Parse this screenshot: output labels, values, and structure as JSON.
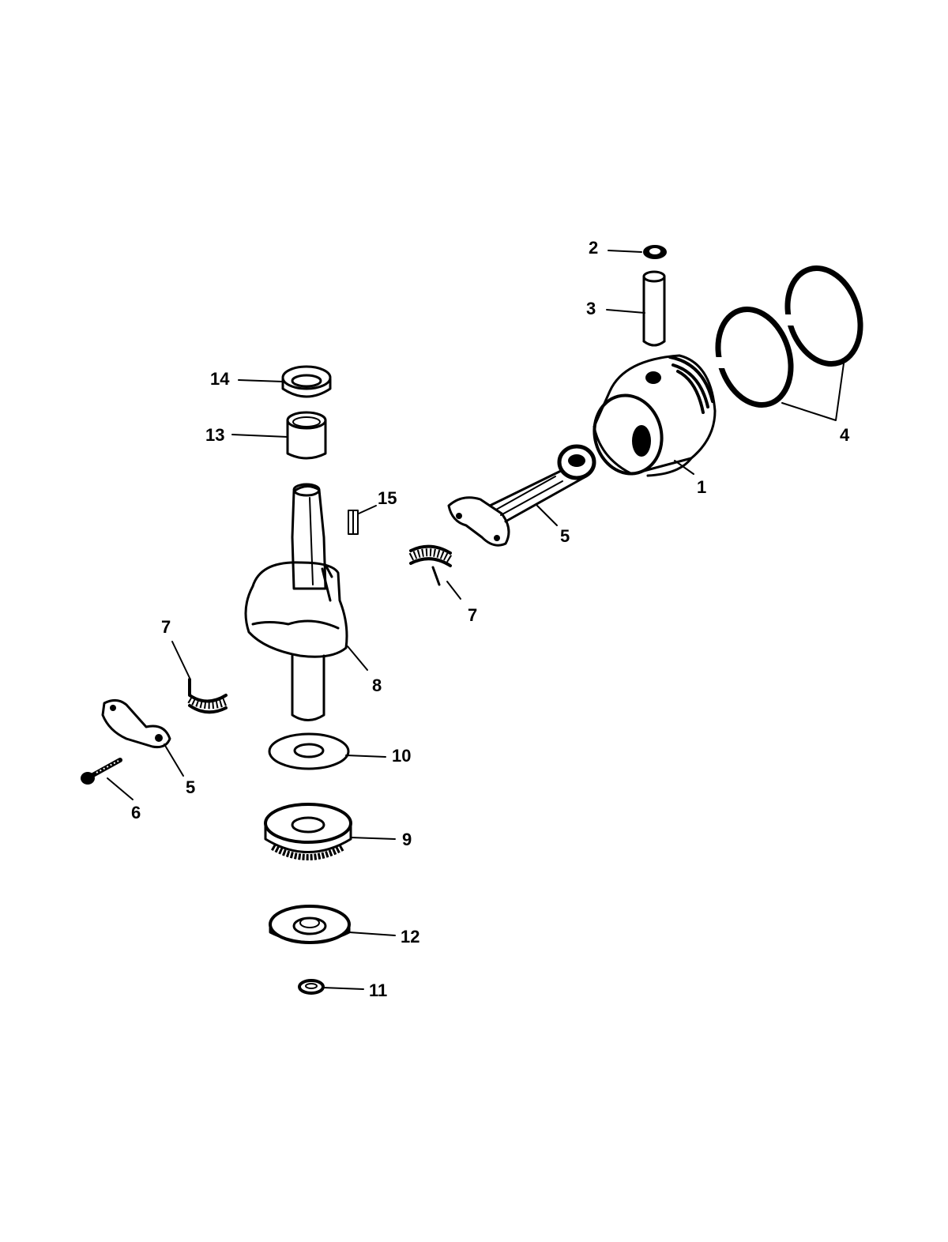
{
  "callouts": {
    "piston": "1",
    "piston_pin_retainer": "2",
    "piston_pin": "3",
    "piston_rings": "4",
    "connecting_rod": "5",
    "rod_cap": "5",
    "rod_screw": "6",
    "needle_bearing_upper": "7",
    "needle_bearing_lower": "7",
    "crankshaft": "8",
    "bearing_9": "9",
    "washer_10": "10",
    "washer_11": "11",
    "seal_12": "12",
    "bushing_13": "13",
    "seal_14": "14",
    "key_15": "15"
  }
}
